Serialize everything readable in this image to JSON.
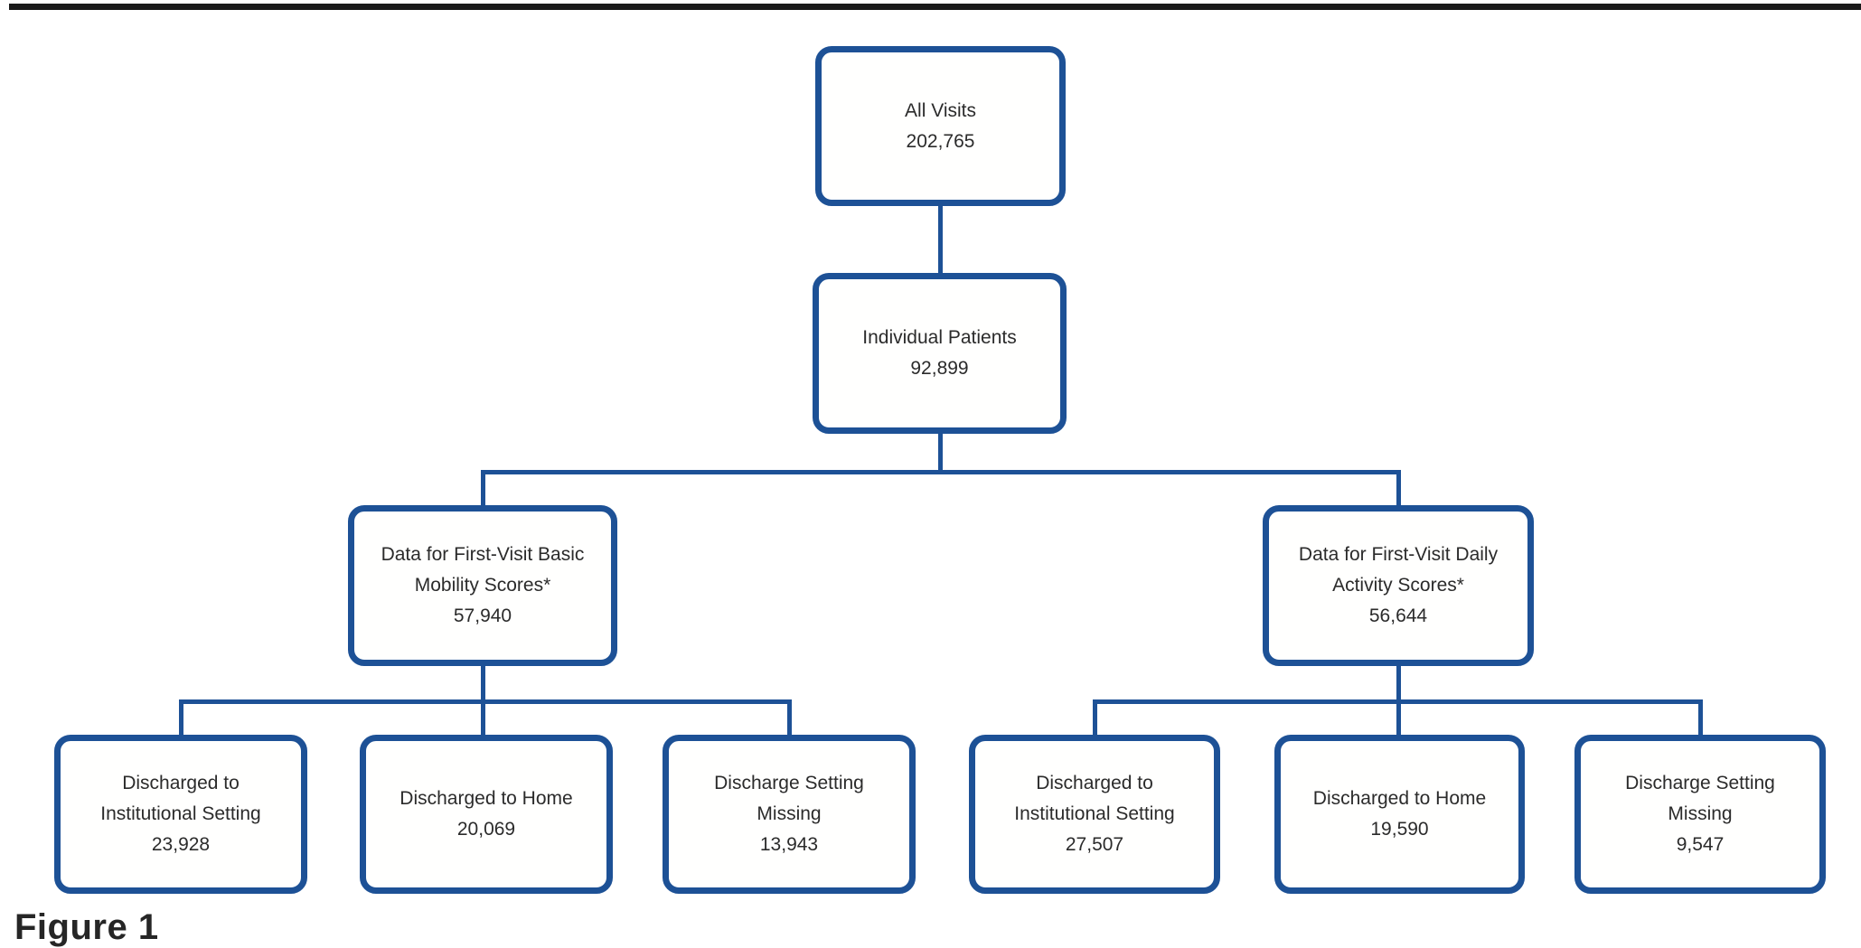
{
  "figure": {
    "label": "Figure 1"
  },
  "colors": {
    "box_border": "#1d5196",
    "connector": "#1d5196",
    "text": "#2b2b2b",
    "top_rule": "#1a1a1a"
  },
  "nodes": {
    "all_visits": {
      "label": "All Visits",
      "value": "202,765"
    },
    "individual_patients": {
      "label": "Individual Patients",
      "value": "92,899"
    },
    "basic_mobility": {
      "label": "Data for First-Visit Basic Mobility Scores*",
      "value": "57,940"
    },
    "daily_activity": {
      "label": "Data for First-Visit Daily Activity Scores*",
      "value": "56,644"
    },
    "bm_institutional": {
      "label": "Discharged to Institutional Setting",
      "value": "23,928"
    },
    "bm_home": {
      "label": "Discharged to Home",
      "value": "20,069"
    },
    "bm_missing": {
      "label": "Discharge Setting Missing",
      "value": "13,943"
    },
    "da_institutional": {
      "label": "Discharged to Institutional Setting",
      "value": "27,507"
    },
    "da_home": {
      "label": "Discharged to Home",
      "value": "19,590"
    },
    "da_missing": {
      "label": "Discharge Setting Missing",
      "value": "9,547"
    }
  },
  "hierarchy": {
    "root": "All Visits",
    "edges": [
      [
        "All Visits",
        "Individual Patients"
      ],
      [
        "Individual Patients",
        "Data for First-Visit Basic Mobility Scores*"
      ],
      [
        "Individual Patients",
        "Data for First-Visit Daily Activity Scores*"
      ],
      [
        "Data for First-Visit Basic Mobility Scores*",
        "Discharged to Institutional Setting (23,928)"
      ],
      [
        "Data for First-Visit Basic Mobility Scores*",
        "Discharged to Home (20,069)"
      ],
      [
        "Data for First-Visit Basic Mobility Scores*",
        "Discharge Setting Missing (13,943)"
      ],
      [
        "Data for First-Visit Daily Activity Scores*",
        "Discharged to Institutional Setting (27,507)"
      ],
      [
        "Data for First-Visit Daily Activity Scores*",
        "Discharged to Home (19,590)"
      ],
      [
        "Data for First-Visit Daily Activity Scores*",
        "Discharge Setting Missing (9,547)"
      ]
    ]
  }
}
